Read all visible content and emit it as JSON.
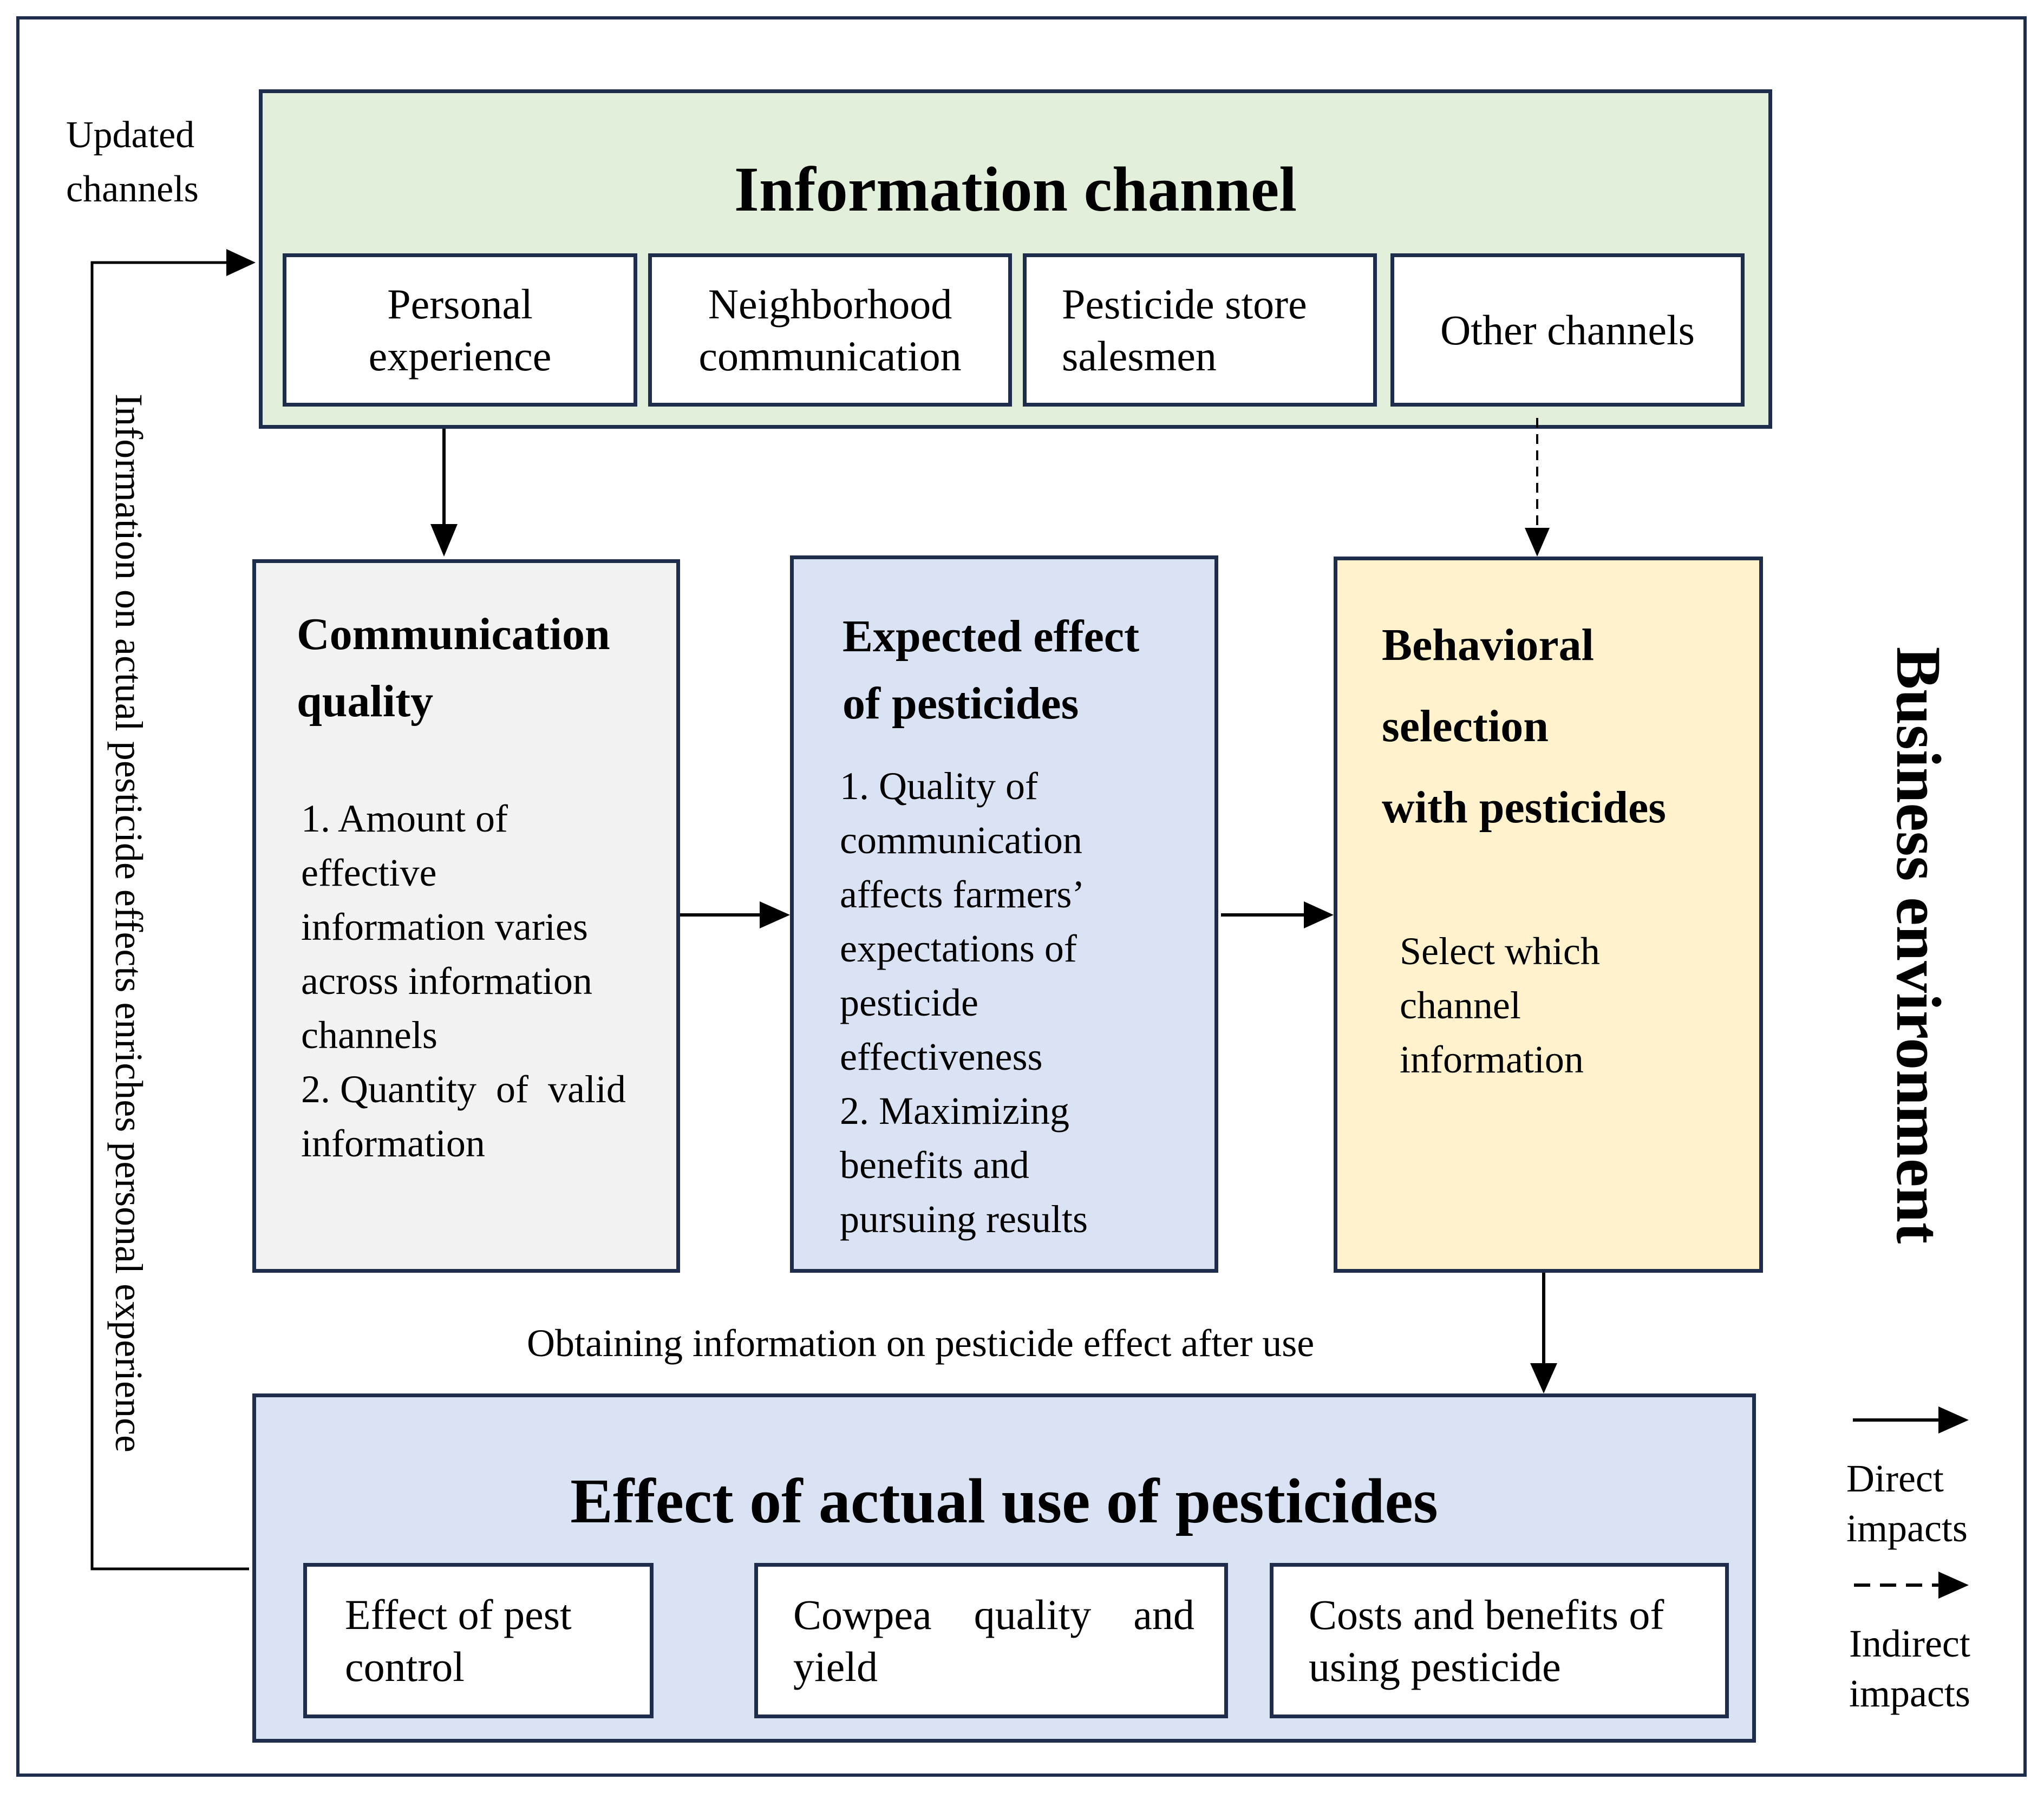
{
  "outer_label": "Business environment",
  "feedback": {
    "updated_label": "Updated\nchannels",
    "vertical_label": "Information on actual pesticide effects enriches personal experience"
  },
  "information_channel": {
    "title": "Information channel",
    "items": [
      "Personal\nexperience",
      "Neighborhood\ncommunication",
      "Pesticide   store\nsalesmen",
      "Other channels"
    ],
    "fill": "#e2efda"
  },
  "communication_quality": {
    "title": "Communication\nquality",
    "body": "1. Amount of\neffective\ninformation varies\nacross information\nchannels\n2. Quantity  of  valid\ninformation",
    "fill": "#f2f2f2"
  },
  "expected_effect": {
    "title": "Expected effect\nof pesticides",
    "body": "1. Quality of\ncommunication\naffects farmers’\nexpectations of\npesticide\neffectiveness\n2. Maximizing\nbenefits and\npursuing results",
    "fill": "#dae3f3"
  },
  "behavioral_selection": {
    "title": "Behavioral\nselection\nwith pesticides",
    "body": "Select which\nchannel\ninformation",
    "fill": "#fff2cc"
  },
  "obtaining_label": "Obtaining information on pesticide effect after use",
  "actual_effect": {
    "title": "Effect of actual use of pesticides",
    "items": [
      "Effect of pest\ncontrol",
      "Cowpea    quality    and\nyield",
      "Costs and benefits of\nusing pesticide"
    ],
    "fill": "#dae3f3"
  },
  "legend": {
    "direct": "Direct\nimpacts",
    "indirect": "Indirect\nimpacts"
  }
}
